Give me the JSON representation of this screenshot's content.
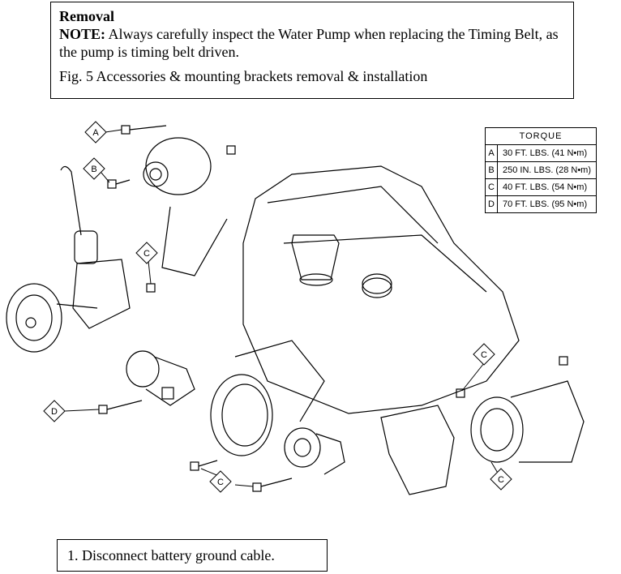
{
  "header": {
    "title": "Removal",
    "note_label": "NOTE:",
    "note_text": " Always carefully inspect the Water Pump when replacing the Timing Belt, as the pump is timing belt driven.",
    "figure_caption": "Fig. 5 Accessories & mounting brackets removal & installation"
  },
  "torque_table": {
    "heading": "TORQUE",
    "rows": [
      {
        "letter": "A",
        "value": "30 FT. LBS. (41 N•m)"
      },
      {
        "letter": "B",
        "value": "250 IN. LBS. (28 N•m)"
      },
      {
        "letter": "C",
        "value": "40 FT. LBS. (54 N•m)"
      },
      {
        "letter": "D",
        "value": "70 FT. LBS. (95 N•m)"
      }
    ]
  },
  "callouts": {
    "a1": "A",
    "b1": "B",
    "c1": "C",
    "c2": "C",
    "c3": "C",
    "c4": "C",
    "d1": "D"
  },
  "steps": {
    "step1": "1. Disconnect battery ground cable."
  }
}
